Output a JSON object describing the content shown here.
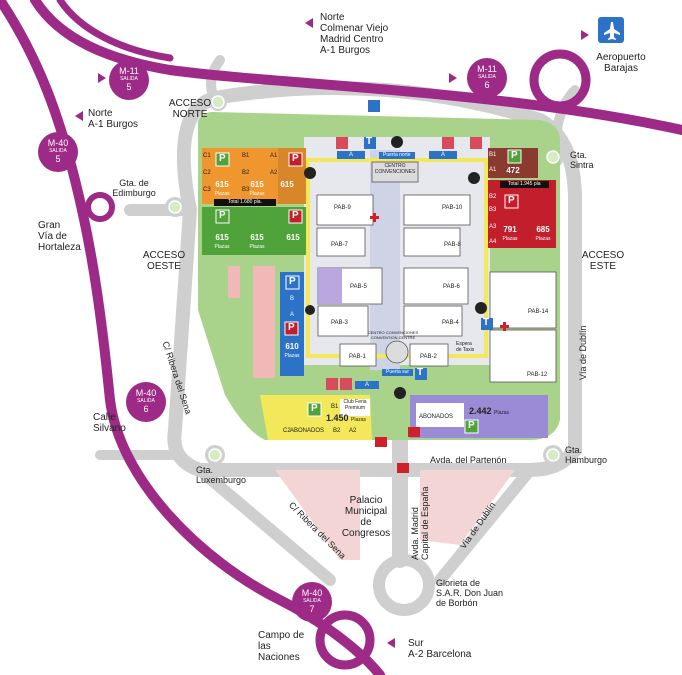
{
  "colors": {
    "ring": "#9c2a86",
    "road": "#cfcfcf",
    "green": "#a9d38a",
    "yellow": "#f2e85a",
    "orange": "#f0962f",
    "parkgreen": "#4fa33a",
    "red": "#c21e2b",
    "purple": "#9b8bd6",
    "blue": "#2c73c7"
  },
  "directions": {
    "norte_colmenar": [
      "Norte",
      "Colmenar Viejo",
      "Madrid Centro",
      "A-1 Burgos"
    ],
    "aeropuerto": [
      "Aeropuerto",
      "Barajas"
    ],
    "norte_a1": [
      "Norte",
      "A-1 Burgos"
    ],
    "edimburgo": [
      "Gta. de",
      "Edimburgo"
    ],
    "gran_via": [
      "Gran",
      "Vía de",
      "Hortaleza"
    ],
    "calle_silvano": [
      "Calle",
      "Silvano"
    ],
    "campo": [
      "Campo de",
      "las",
      "Naciones"
    ],
    "sur": [
      "Sur",
      "A-2 Barcelona"
    ],
    "glorieta": [
      "Glorieta de",
      "S.A.R. Don Juan",
      "de Borbón"
    ],
    "sintra": [
      "Gta.",
      "Sintra"
    ],
    "hamburgo": [
      "Gta.",
      "Hamburgo"
    ],
    "luxemburgo": [
      "Gta.",
      "Luxemburgo"
    ],
    "acceso_norte": [
      "ACCESO",
      "NORTE"
    ],
    "acceso_oeste": [
      "ACCESO",
      "OESTE"
    ],
    "acceso_este": [
      "ACCESO",
      "ESTE"
    ],
    "ribera1": "C/ Ribera del Sena",
    "ribera2": "C/ Ribera del Sena",
    "via_dublin1": "Vía de Dublín",
    "via_dublin2": "Vía de Dublín",
    "avda_partenon": "Avda. del Partenón",
    "avda_madrid": [
      "Avda. Madrid",
      "Capital de España"
    ],
    "palacio": [
      "Palacio",
      "Municipal",
      "de",
      "Congresos"
    ]
  },
  "shields": {
    "m11_w": {
      "road": "M-11",
      "sub": "SALIDA",
      "exit": "5"
    },
    "m11_e": {
      "road": "M-11",
      "sub": "SALIDA",
      "exit": "6"
    },
    "m40_n": {
      "road": "M-40",
      "sub": "SALIDA",
      "exit": "5"
    },
    "m40_w": {
      "road": "M-40",
      "sub": "SALIDA",
      "exit": "6"
    },
    "m40_s": {
      "road": "M-40",
      "sub": "SALIDA",
      "exit": "7"
    }
  },
  "parking": {
    "p_label": "P",
    "places": "Plazas",
    "nw_total": "Total 1.680 pla.",
    "ne_total": "Total 1.945 pla",
    "blocks": {
      "c1": "615",
      "b1": "615",
      "a1": "615",
      "c2": "615",
      "b2": "615",
      "a2": "615",
      "ne_top": "472",
      "ne_l": "791",
      "ne_r": "685",
      "w": "610",
      "s_yellow": "1.450",
      "s_purple": "2.442"
    },
    "rows_nw": [
      "C1",
      "B1",
      "A1",
      "C2",
      "C3",
      "B2",
      "B3",
      "A2"
    ],
    "rows_ne": [
      "B1",
      "A1",
      "B2",
      "B3",
      "A3",
      "A4"
    ],
    "abonados": "ABONADOS",
    "club": [
      "Club Feria",
      "Premium"
    ],
    "yellow_cells": [
      "C2",
      "B2",
      "A2",
      "B1"
    ],
    "west_cells": [
      "B",
      "A"
    ]
  },
  "pavilions": [
    "PAB-9",
    "PAB-10",
    "PAB-7",
    "PAB-8",
    "PAB-5",
    "PAB-6",
    "PAB-3",
    "PAB-4",
    "PAB-1",
    "PAB-2",
    "PAB-14",
    "PAB-12"
  ],
  "venue": {
    "puerta_norte": "Puerta norte",
    "puerta_sur": "Puerta sur",
    "centro_top": [
      "CENTRO",
      "CONVENCIONES"
    ],
    "centro_mid": [
      "CENTRO CONVENCIONES",
      "CONVENTION CENTRE"
    ],
    "expres": [
      "Espera",
      "de Taxis"
    ],
    "a_mark": "A",
    "t_mark": "T"
  }
}
